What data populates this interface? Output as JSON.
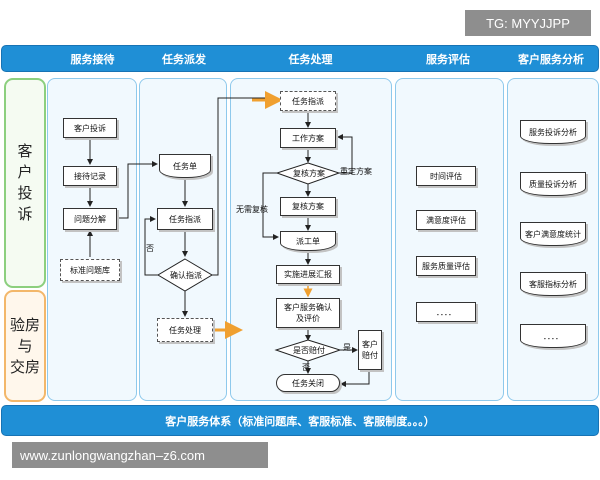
{
  "watermark_top": "TG: MYYJJPP",
  "watermark_bottom": "www.zunlongwangzhan–z6.com",
  "columns": [
    "服务接待",
    "任务派发",
    "任务处理",
    "服务评估",
    "客户服务分析"
  ],
  "rows": [
    "客\n户\n投\n诉",
    "验房\n与\n交房"
  ],
  "reception": {
    "complaint": "客户投诉",
    "record": "接待记录",
    "analysis": "问题分解",
    "library": "标准问题库"
  },
  "dispatch": {
    "task_sheet": "任务单",
    "assign": "任务指派",
    "confirm": "确认指派",
    "handle": "任务处理",
    "no": "否"
  },
  "processing": {
    "assign": "任务指派",
    "plan": "工作方案",
    "review1": "复核方案",
    "review2": "复核方案",
    "work_order": "派工单",
    "progress": "实施进展汇报",
    "confirm": "客户服务确认\n及评价",
    "compensate": "是否赔付",
    "pay": "客户\n赔付",
    "close": "任务关闭",
    "no_review": "无需复核",
    "reset": "重定方案",
    "yes": "是",
    "no": "否"
  },
  "evaluation": [
    "时间评估",
    "满意度评估",
    "服务质量评估",
    "．．．．"
  ],
  "analysis": [
    "服务投诉分析",
    "质量投诉分析",
    "客户满意度统计",
    "客服指标分析",
    "．．．．"
  ],
  "footer": "客户服务体系（标准问题库、客服标准、客服制度。。。）",
  "colors": {
    "header": "#1f8fd6",
    "lane_border": "#8ec9ec",
    "row_complaint": "#8ccf7e",
    "row_house": "#f3b76a",
    "accent_arrow": "#f0a030"
  }
}
